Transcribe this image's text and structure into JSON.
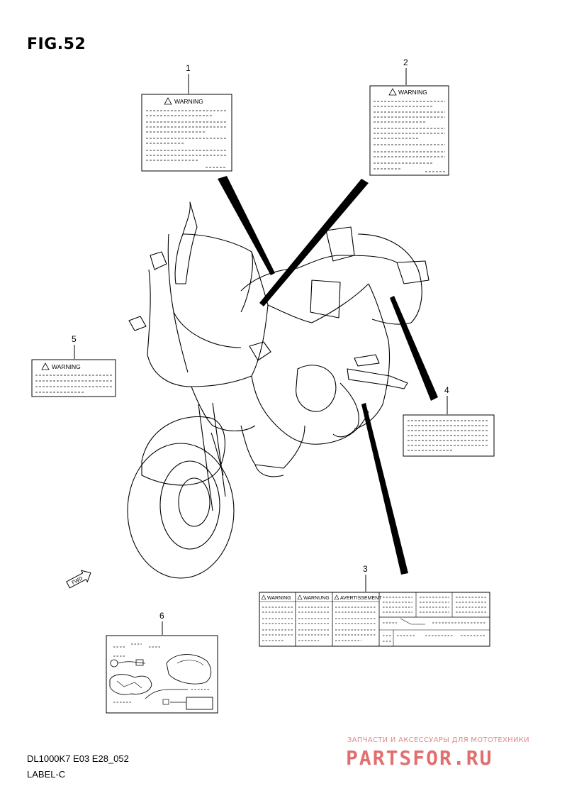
{
  "figure": {
    "title": "FIG.52"
  },
  "callouts": [
    "1",
    "2",
    "3",
    "4",
    "5",
    "6"
  ],
  "labels": {
    "warning_text": "WARNING",
    "label3_headers": [
      "WARNING",
      "WARNUNG",
      "AVERTISSEMENT"
    ],
    "fwd_arrow": "FWD"
  },
  "footer": {
    "model": "DL1000K7 E03 E28_052",
    "page_name": "LABEL-C"
  },
  "watermark": {
    "subtitle": "ЗАПЧАСТИ И АКСЕССУАРЫ ДЛЯ МОТОТЕХНИКИ",
    "logo": "PARTSFOR.RU"
  }
}
